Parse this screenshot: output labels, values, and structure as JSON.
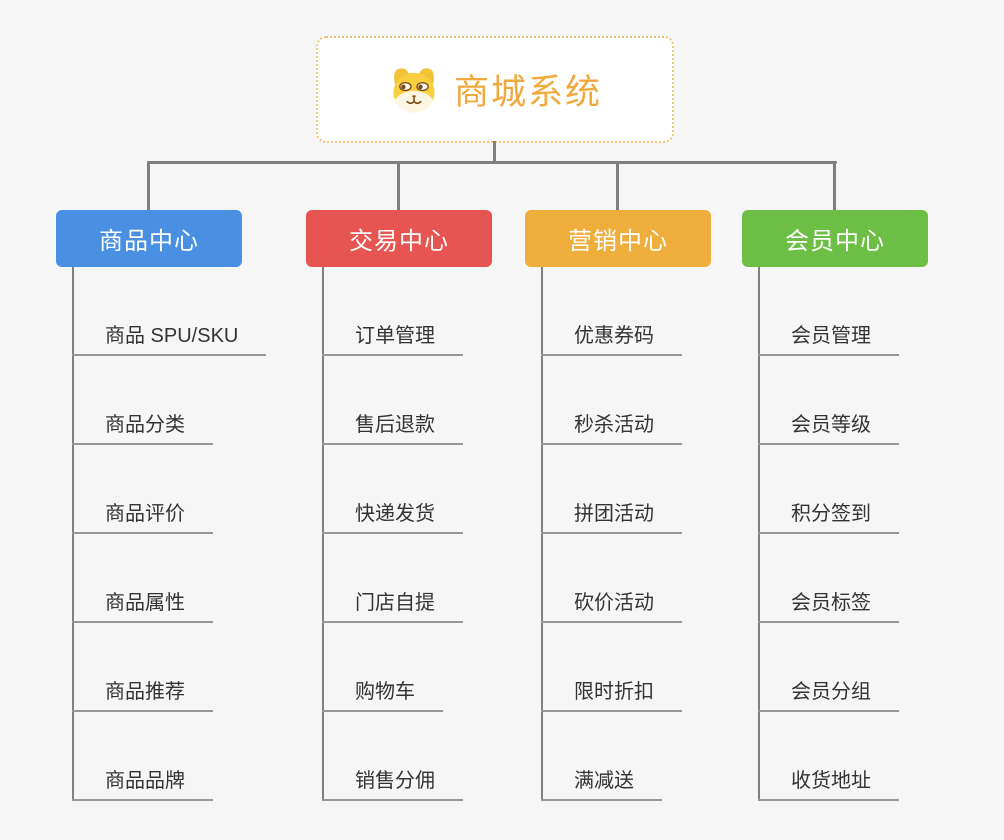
{
  "canvas": {
    "background": "#f6f6f6",
    "connector_color": "#7f7f7f",
    "underline_color": "#979797",
    "child_text_color": "#333333"
  },
  "root": {
    "label": "商城系统",
    "icon": "dog-face-icon",
    "text_color": "#f1a83d",
    "border_color": "#f3c477",
    "background": "#ffffff"
  },
  "branches": [
    {
      "label": "商品中心",
      "color": "#4a90e2",
      "children": [
        "商品 SPU/SKU",
        "商品分类",
        "商品评价",
        "商品属性",
        "商品推荐",
        "商品品牌"
      ]
    },
    {
      "label": "交易中心",
      "color": "#e65552",
      "children": [
        "订单管理",
        "售后退款",
        "快递发货",
        "门店自提",
        "购物车",
        "销售分佣"
      ]
    },
    {
      "label": "营销中心",
      "color": "#efad3b",
      "children": [
        "优惠券码",
        "秒杀活动",
        "拼团活动",
        "砍价活动",
        "限时折扣",
        "满减送"
      ]
    },
    {
      "label": "会员中心",
      "color": "#6dbe45",
      "children": [
        "会员管理",
        "会员等级",
        "积分签到",
        "会员标签",
        "会员分组",
        "收货地址"
      ]
    }
  ]
}
